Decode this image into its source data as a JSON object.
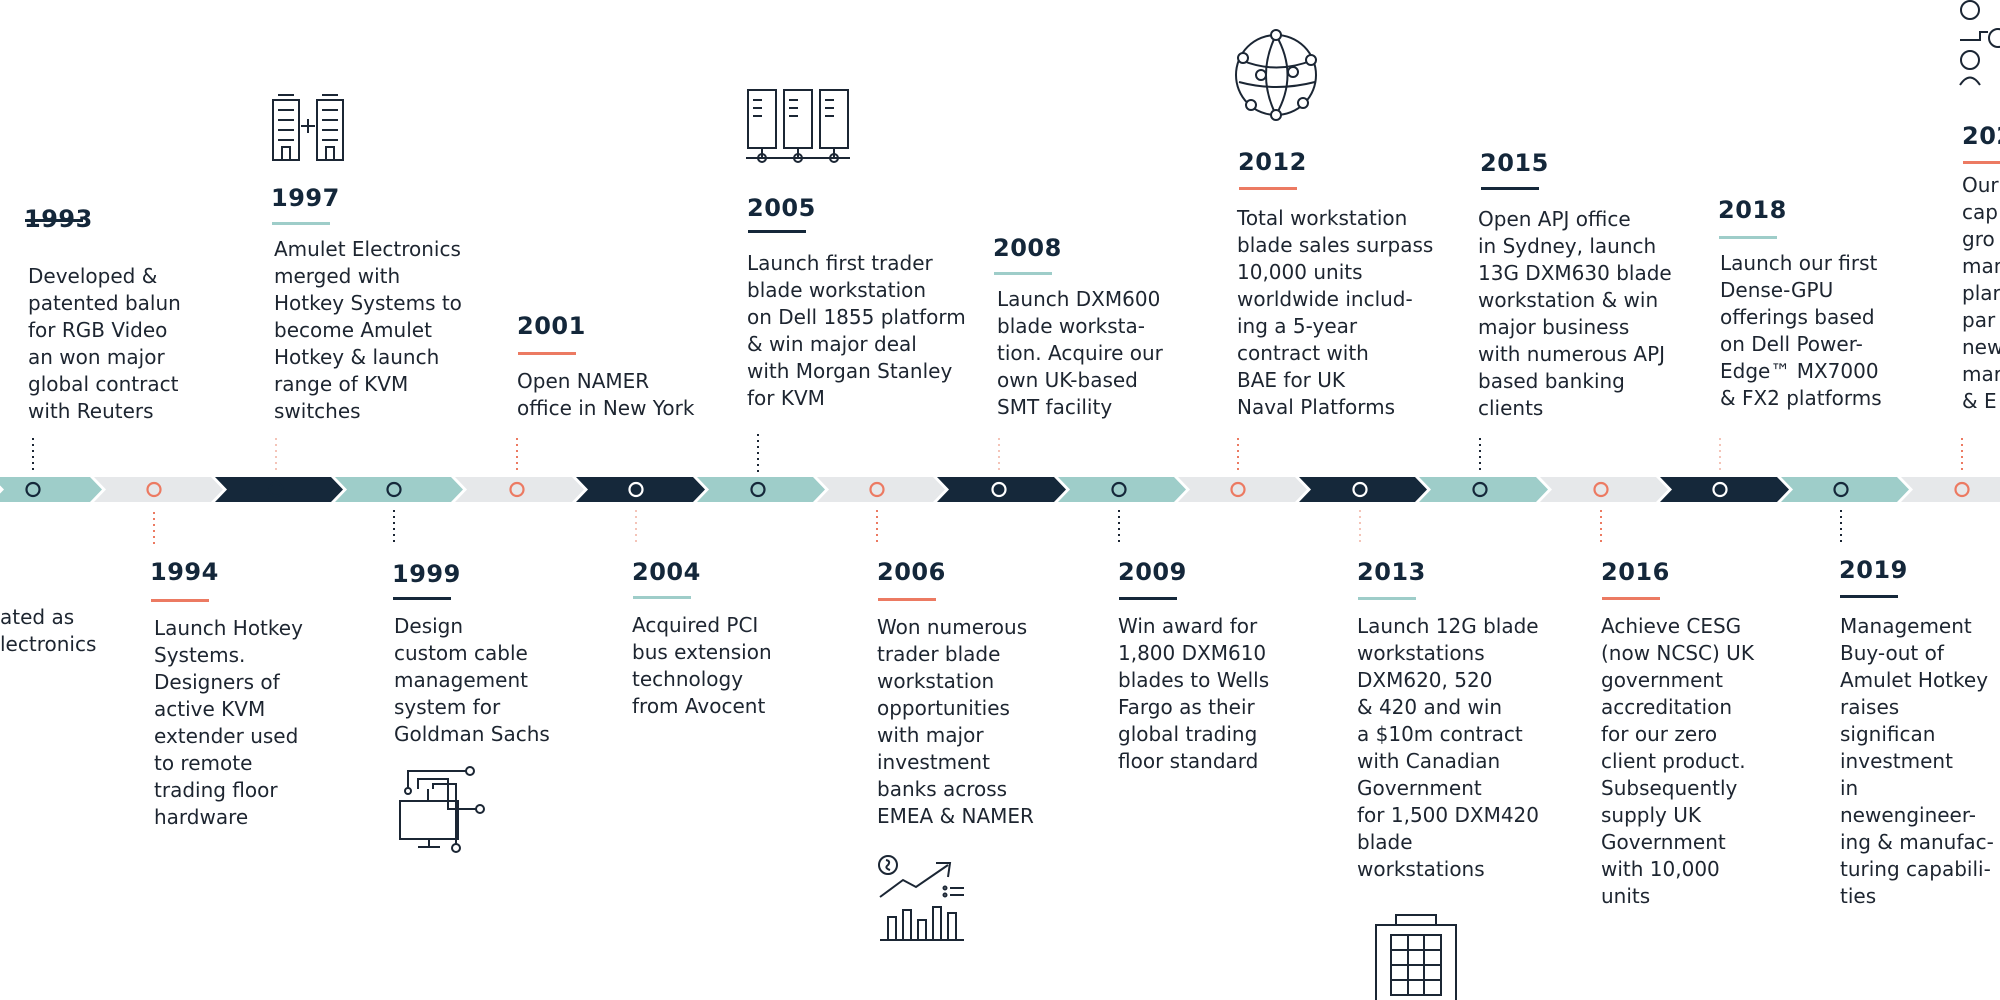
{
  "colors": {
    "navy": "#15283a",
    "teal": "#9ecdc9",
    "light": "#e6e8ea",
    "coral": "#ec7a62",
    "text": "#1d2530"
  },
  "events": [
    {
      "year": "1993",
      "text": "Developed &\npatented balun\nfor RGB Video\nan won major\nglobal contract\nwith Reuters",
      "side": "top",
      "color": "navy",
      "connector": "dark"
    },
    {
      "year": "",
      "text": "ated as\nlectronics",
      "side": "bottom",
      "color": "none",
      "connector": "none"
    },
    {
      "year": "1994",
      "text": "Launch Hotkey\nSystems.\nDesigners of\nactive KVM\nextender used\nto remote\ntrading floor\nhardware",
      "side": "bottom",
      "color": "coral",
      "connector": "coral"
    },
    {
      "year": "1997",
      "text": "Amulet Electronics\nmerged with\nHotkey Systems to\nbecome Amulet\nHotkey & launch\nrange of KVM\nswitches",
      "side": "top",
      "color": "teal",
      "connector": "coral-light",
      "icon": "buildings-merge-icon"
    },
    {
      "year": "1999",
      "text": "Design\ncustom cable\nmanagement\nsystem for\nGoldman Sachs",
      "side": "bottom",
      "color": "navy",
      "connector": "dark",
      "icon": "circuit-monitor-icon"
    },
    {
      "year": "2001",
      "text": "Open NAMER\noffice in New York",
      "side": "top",
      "color": "coral",
      "connector": "coral"
    },
    {
      "year": "2004",
      "text": "Acquired PCI\nbus extension\ntechnology\nfrom Avocent",
      "side": "bottom",
      "color": "teal",
      "connector": "coral-light"
    },
    {
      "year": "2005",
      "text": "Launch first trader\nblade workstation\non Dell 1855 platform\n& win major deal\nwith Morgan Stanley\nfor KVM",
      "side": "top",
      "color": "navy",
      "connector": "dark",
      "icon": "server-rack-icon"
    },
    {
      "year": "2006",
      "text": "Won numerous\ntrader blade\nworkstation\nopportunities\nwith major\ninvestment\nbanks across\nEMEA & NAMER",
      "side": "bottom",
      "color": "coral",
      "connector": "coral",
      "icon": "growth-chart-icon"
    },
    {
      "year": "2008",
      "text": "Launch DXM600\nblade worksta-\ntion. Acquire our\nown UK-based\nSMT facility",
      "side": "top",
      "color": "teal",
      "connector": "coral-light"
    },
    {
      "year": "2009",
      "text": "Win award for\n1,800 DXM610\nblades to Wells\nFargo as their\nglobal trading\nfloor standard",
      "side": "bottom",
      "color": "navy",
      "connector": "dark"
    },
    {
      "year": "2012",
      "text": "Total workstation\nblade sales surpass\n10,000 units\nworldwide includ-\ning a 5-year\ncontract with\nBAE for UK\nNaval Platforms",
      "side": "top",
      "color": "coral",
      "connector": "coral",
      "icon": "globe-network-icon"
    },
    {
      "year": "2013",
      "text": "Launch 12G blade\nworkstations\nDXM620, 520\n& 420 and win\na $10m contract\nwith Canadian\nGovernment\nfor 1,500 DXM420\nblade\nworkstations",
      "side": "bottom",
      "color": "teal",
      "connector": "coral-light",
      "icon": "office-building-icon"
    },
    {
      "year": "2015",
      "text": "Open APJ office\nin Sydney, launch\n13G DXM630 blade\nworkstation & win\nmajor business\nwith numerous APJ\nbased banking\nclients",
      "side": "top",
      "color": "navy",
      "connector": "dark"
    },
    {
      "year": "2016",
      "text": "Achieve CESG\n(now NCSC) UK\ngovernment\naccreditation\nfor our zero\nclient product.\nSubsequently\nsupply UK\nGovernment\nwith 10,000\nunits",
      "side": "bottom",
      "color": "coral",
      "connector": "coral"
    },
    {
      "year": "2018",
      "text": "Launch our first\nDense-GPU\nofferings based\non Dell Power-\nEdge™ MX7000\n& FX2 platforms",
      "side": "top",
      "color": "teal",
      "connector": "coral-light"
    },
    {
      "year": "2019",
      "text": "Management\nBuy-out of\nAmulet Hotkey\nraises significan\ninvestment\nin newengineer-\ning & manufac-\nturing capabili-\nties",
      "side": "bottom",
      "color": "navy",
      "connector": "dark"
    },
    {
      "year": "202",
      "text": "Our\ncap\ngro\nman\nplar\npar\nnew\nmar\n& E",
      "side": "top",
      "color": "coral",
      "connector": "coral",
      "icon": "people-network-icon"
    }
  ]
}
